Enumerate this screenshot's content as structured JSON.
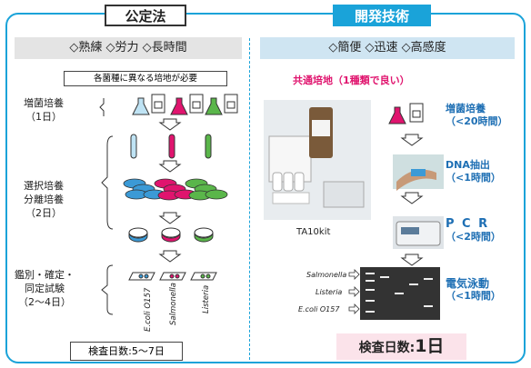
{
  "left": {
    "title": "公定法",
    "band": "◇熟練 ◇労力 ◇長時間",
    "note": "各菌種に異なる培地が必要",
    "step1_a": "増菌培養",
    "step1_b": "（1日）",
    "step2_a": "選択培養",
    "step2_b": "分離培養",
    "step2_c": "（2日）",
    "step3_a": "鑑別・確定・",
    "step3_b": "同定試験",
    "step3_c": "（2〜4日）",
    "strains": [
      "E.coli O157",
      "Salmonella",
      "Listeria"
    ],
    "kensa": "検査日数:5〜7日"
  },
  "right": {
    "title": "開発技術",
    "band": "◇簡便 ◇迅速 ◇高感度",
    "common": "共通培地（1種類で良い）",
    "kit": "TA10kit",
    "s1_a": "増菌培養",
    "s1_b": "（<20時間）",
    "s2_a": "DNA抽出",
    "s2_b": "（<1時間）",
    "s3_a": "P C R",
    "s3_b": "（<2時間）",
    "s4_a": "電気泳動",
    "s4_b": "（<1時間）",
    "strains": [
      "Salmonella",
      "Listeria",
      "E.coli O157"
    ],
    "kensa_pre": "検査日数:",
    "kensa_big": "1日"
  },
  "colors": {
    "accent": "#1aa3d9",
    "magenta": "#e0146e",
    "blue_text": "#1e6fb4"
  }
}
